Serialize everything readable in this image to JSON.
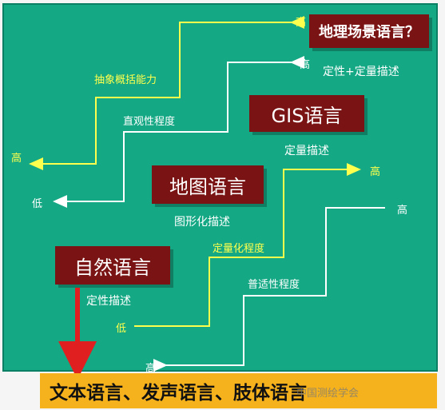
{
  "labels": {
    "abstraction": "抽象概括能力",
    "intuitiveness": "直观性程度",
    "quantification": "定量化程度",
    "universality": "普适性程度",
    "high_top_yellow": "高",
    "high_top_white": "高",
    "high_left_yellow": "高",
    "low_left_white": "低",
    "high_right_yellow": "高",
    "high_right_white": "高",
    "low_bottom_yellow": "低",
    "high_bottom_white": "高"
  },
  "boxes": {
    "geo_scene": "地理场景语言？",
    "gis": "GIS语言",
    "map": "地图语言",
    "natural": "自然语言"
  },
  "descriptions": {
    "geo_scene": "定性+定量描述",
    "gis": "定量描述",
    "map": "图形化描述",
    "natural": "定性描述"
  },
  "bottom_text": "文本语言、发声语言、肢体语言",
  "watermark": "中国测绘学会",
  "colors": {
    "background": "#14a884",
    "box": "#7a1414",
    "yellow": "#ffff4d",
    "bottom_bar": "#f5b21d",
    "red_arrow": "#e02020"
  }
}
